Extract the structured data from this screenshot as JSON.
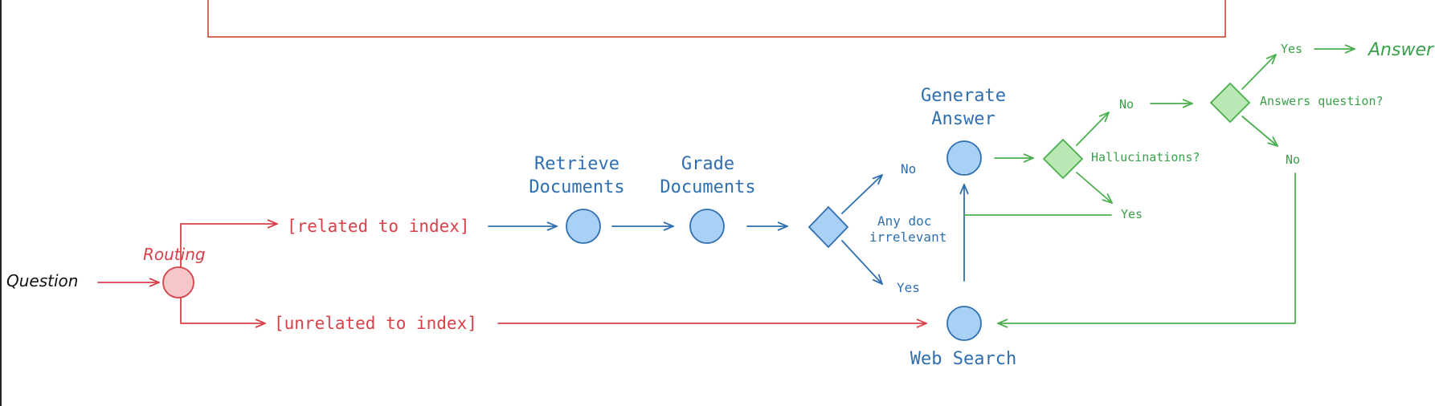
{
  "nodes": {
    "question": "Question",
    "routing": "Routing",
    "related": "[related to index]",
    "unrelated": "[unrelated to index]",
    "retrieve_1": "Retrieve",
    "retrieve_2": "Documents",
    "grade_1": "Grade",
    "grade_2": "Documents",
    "any_doc_1": "Any doc",
    "any_doc_2": "irrelevant",
    "any_no": "No",
    "any_yes": "Yes",
    "generate_1": "Generate",
    "generate_2": "Answer",
    "web_search": "Web Search",
    "hallucinations": "Hallucinations?",
    "hall_no": "No",
    "hall_yes": "Yes",
    "answers_question": "Answers question?",
    "aq_yes": "Yes",
    "aq_no": "No",
    "answer": "Answer"
  },
  "colors": {
    "routing": "#d8414a",
    "retrieval": "#2f6fb0",
    "grading": "#4caf50",
    "frame": "#c23b22"
  }
}
